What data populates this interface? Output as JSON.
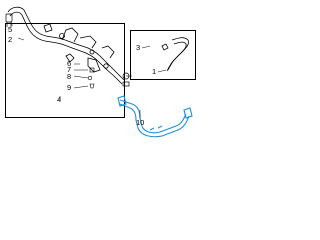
{
  "parts_diagram": {
    "callouts": {
      "c1": "1",
      "c2": "2",
      "c3": "3",
      "c4": "4",
      "c5": "5",
      "c6": "6",
      "c7": "7",
      "c8": "8",
      "c9": "9",
      "c10": "10"
    }
  },
  "colors": {
    "line": "#000000",
    "highlight": "#1f8fd6",
    "background": "#ffffff"
  }
}
